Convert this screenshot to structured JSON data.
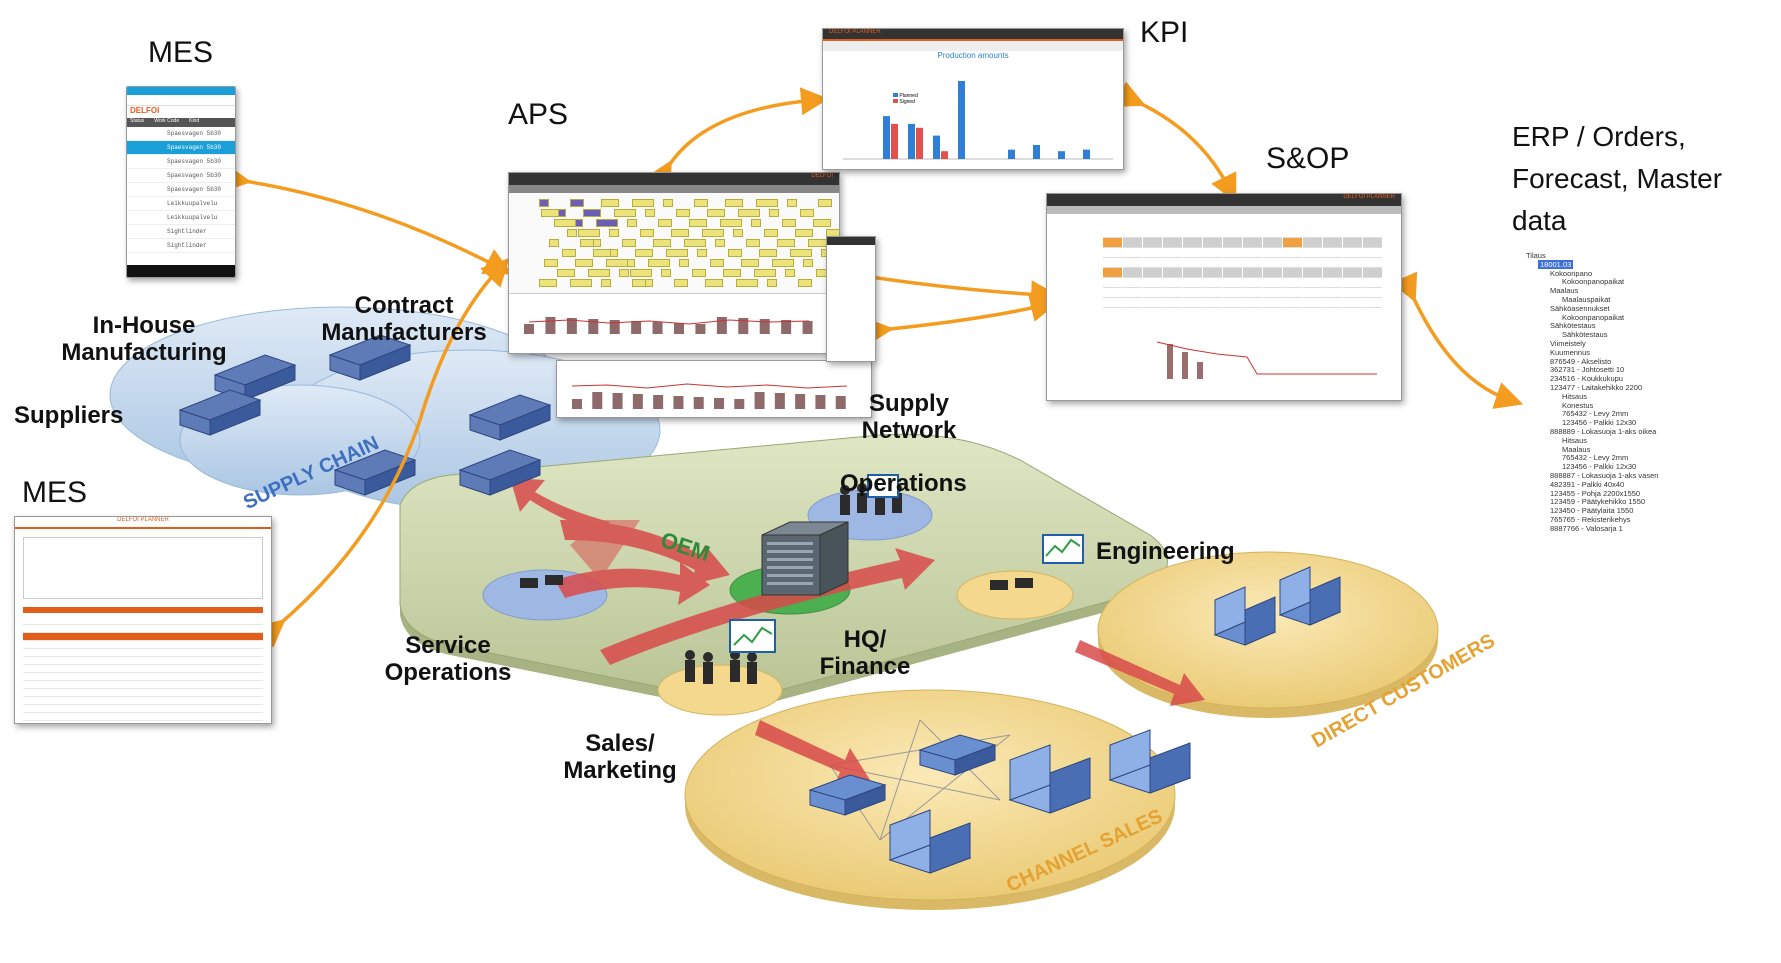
{
  "labels": {
    "mes_top": "MES",
    "mes_left": "MES",
    "aps": "APS",
    "kpi": "KPI",
    "sop": "S&OP",
    "erp_line1": "ERP / Orders,",
    "erp_line2": "Forecast, Master",
    "erp_line3": "data",
    "in_house_1": "In-House",
    "in_house_2": "Manufacturing",
    "contract_1": "Contract",
    "contract_2": "Manufacturers",
    "suppliers": "Suppliers",
    "supply_network_1": "Supply",
    "supply_network_2": "Network",
    "supply_chain": "SUPPLY CHAIN",
    "operations": "Operations",
    "engineering": "Engineering",
    "service_1": "Service",
    "service_2": "Operations",
    "hq_1": "HQ/",
    "hq_2": "Finance",
    "sales_1": "Sales/",
    "sales_2": "Marketing",
    "oem": "OEM",
    "direct_customers": "DIRECT CUSTOMERS",
    "channel_sales": "CHANNEL SALES"
  },
  "kpi_screen": {
    "brand": "DELFOI PLANNER",
    "chart_title": "Production amounts",
    "legend": [
      "Planned",
      "Signed"
    ],
    "colors": {
      "planned": "#2f7fd6",
      "signed": "#e0514f"
    },
    "bars": [
      {
        "planned": 0.55,
        "signed": 0.45
      },
      {
        "planned": 0.45,
        "signed": 0.4
      },
      {
        "planned": 0.3,
        "signed": 0.1
      },
      {
        "planned": 1.0,
        "signed": 0
      },
      {
        "planned": 0,
        "signed": 0
      },
      {
        "planned": 0.12,
        "signed": 0
      },
      {
        "planned": 0.18,
        "signed": 0
      },
      {
        "planned": 0.1,
        "signed": 0
      },
      {
        "planned": 0.12,
        "signed": 0
      }
    ]
  },
  "mobile_mes": {
    "brand": "DELFOI",
    "header_cols": [
      "Status",
      "Work Code",
      "Kind"
    ],
    "rows": [
      "Spaesvagen 5b30",
      "Spaesvagen 5b30",
      "Spaesvagen 5b30",
      "Spaesvagen 5b30",
      "Spaesvagen 5b30",
      "Leikkuupalvelu",
      "Leikkuupalvelu",
      "Sightlinder",
      "Sightlinder"
    ]
  },
  "desktop_mes": {
    "brand": "DELFOI PLANNER"
  },
  "aps_screen": {
    "brand": "DELFOI"
  },
  "sop_screen": {
    "brand": "DELFOI PLANNER"
  },
  "erp_tree": [
    {
      "text": "Tilaus",
      "indent": 0,
      "sel": false
    },
    {
      "text": "18001.03",
      "indent": 1,
      "sel": true
    },
    {
      "text": "Kokoonpano",
      "indent": 2,
      "sel": false
    },
    {
      "text": "Kokoonpanopaikat",
      "indent": 3,
      "sel": false
    },
    {
      "text": "Maalaus",
      "indent": 2,
      "sel": false
    },
    {
      "text": "Maalauspaikat",
      "indent": 3,
      "sel": false
    },
    {
      "text": "Sähköasennukset",
      "indent": 2,
      "sel": false
    },
    {
      "text": "Kokoonpanopaikat",
      "indent": 3,
      "sel": false
    },
    {
      "text": "Sähkötestaus",
      "indent": 2,
      "sel": false
    },
    {
      "text": "Sähkötestaus",
      "indent": 3,
      "sel": false
    },
    {
      "text": "Viimeistely",
      "indent": 2,
      "sel": false
    },
    {
      "text": "Kuumennus",
      "indent": 2,
      "sel": false
    },
    {
      "text": "876549 - Akselisto",
      "indent": 2,
      "sel": false
    },
    {
      "text": "362731 - Johtosetti 10",
      "indent": 2,
      "sel": false
    },
    {
      "text": "234516 - Koukkukupu",
      "indent": 2,
      "sel": false
    },
    {
      "text": "123477 - Laitakehikko 2200",
      "indent": 2,
      "sel": false
    },
    {
      "text": "Hitsaus",
      "indent": 3,
      "sel": false
    },
    {
      "text": "Konestus",
      "indent": 3,
      "sel": false
    },
    {
      "text": "765432 - Levy 2mm",
      "indent": 3,
      "sel": false
    },
    {
      "text": "123456 - Palkki 12x30",
      "indent": 3,
      "sel": false
    },
    {
      "text": "888889 - Lokasuoja 1-aks oikea",
      "indent": 2,
      "sel": false
    },
    {
      "text": "Hitsaus",
      "indent": 3,
      "sel": false
    },
    {
      "text": "Maalaus",
      "indent": 3,
      "sel": false
    },
    {
      "text": "765432 - Levy 2mm",
      "indent": 3,
      "sel": false
    },
    {
      "text": "123456 - Palkki 12x30",
      "indent": 3,
      "sel": false
    },
    {
      "text": "888887 - Lokasuoja 1-aks vasen",
      "indent": 2,
      "sel": false
    },
    {
      "text": "482391 - Palkki 40x40",
      "indent": 2,
      "sel": false
    },
    {
      "text": "123455 - Pohja 2200x1550",
      "indent": 2,
      "sel": false
    },
    {
      "text": "123459 - Päätykehikko 1550",
      "indent": 2,
      "sel": false
    },
    {
      "text": "123450 - Päätylaita 1550",
      "indent": 2,
      "sel": false
    },
    {
      "text": "765765 - Rekisterikehys",
      "indent": 2,
      "sel": false
    },
    {
      "text": "8887766 - Valosarja 1",
      "indent": 2,
      "sel": false
    }
  ],
  "colors": {
    "arrow": "#f39c1f",
    "cloud": "#c9dcef",
    "platform": "#cfd8b0",
    "disc": "#f3d88e",
    "red_arrow": "#d84a4a"
  }
}
